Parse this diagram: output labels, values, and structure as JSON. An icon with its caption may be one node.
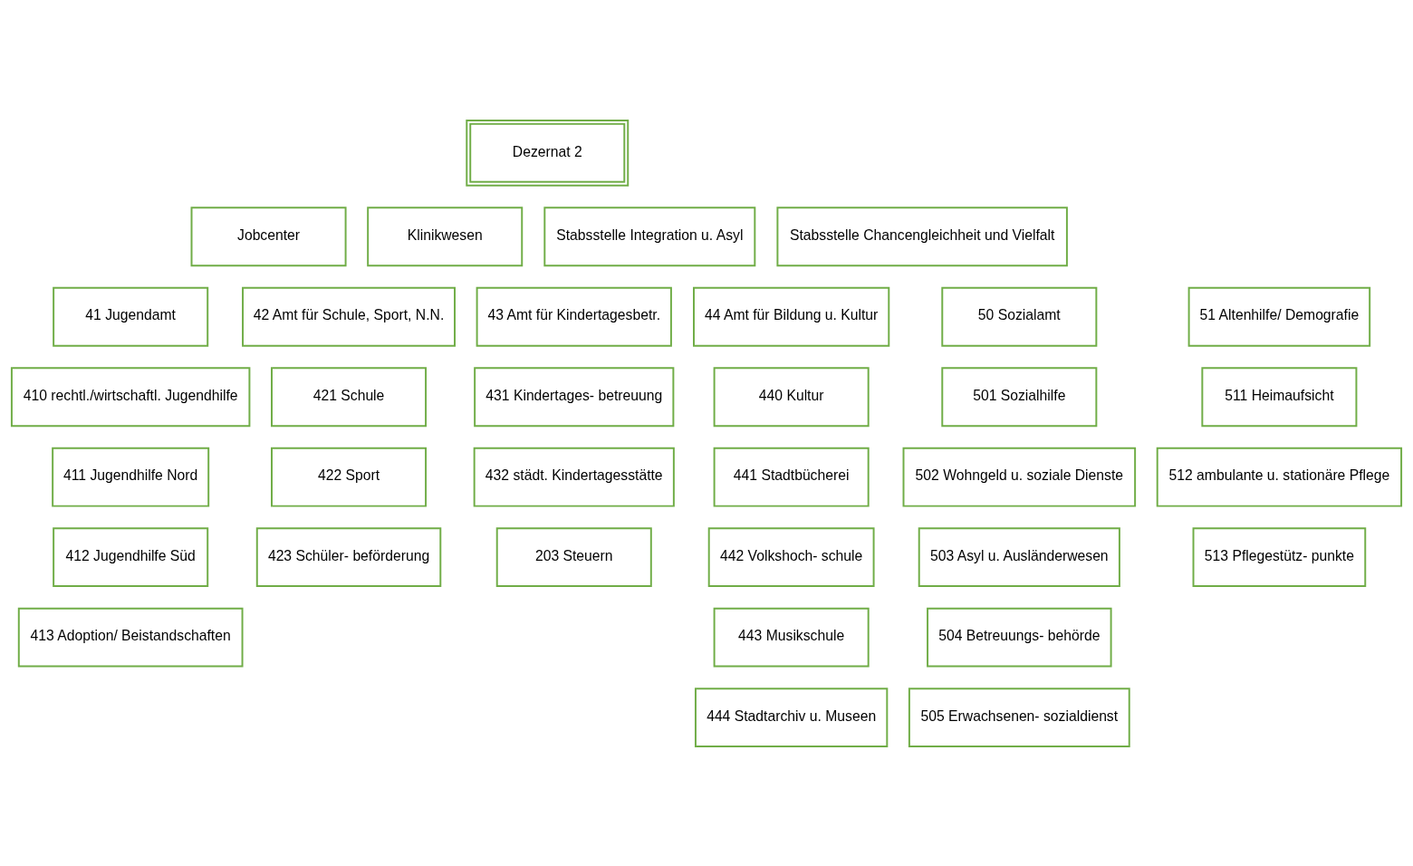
{
  "diagram": {
    "nodes": [
      {
        "text": [
          "Dezernat 2"
        ]
      },
      {
        "text": [
          "Jobcenter"
        ]
      },
      {
        "text": [
          "Klinikwesen"
        ]
      },
      {
        "text": [
          "Stabsstelle Integration u. Asyl"
        ]
      },
      {
        "text": [
          "Stabsstelle Chancengleichheit und Vielfalt"
        ]
      },
      {
        "text": [
          "41 Jugendamt"
        ]
      },
      {
        "text": [
          "42 Amt für Schule, Sport, N.N."
        ]
      },
      {
        "text": [
          "43 Amt für Kindertagesbetr."
        ]
      },
      {
        "text": [
          "44 Amt für Bildung u. Kultur"
        ]
      },
      {
        "text": [
          "50 Sozialamt"
        ]
      },
      {
        "text": [
          "51 Altenhilfe/ Demografie"
        ]
      },
      {
        "text": [
          "410 rechtl./wirtschaftl. Jugendhilfe"
        ]
      },
      {
        "text": [
          "411 Jugendhilfe Nord"
        ]
      },
      {
        "text": [
          "412 Jugendhilfe Süd"
        ]
      },
      {
        "text": [
          "413 Adoption/ Beistandschaften"
        ]
      },
      {
        "text": [
          "421 Schule"
        ]
      },
      {
        "text": [
          "422 Sport"
        ]
      },
      {
        "text": [
          "423 Schüler- beförderung"
        ]
      },
      {
        "text": [
          "431 Kindertages- betreuung"
        ]
      },
      {
        "text": [
          "432 städt. Kindertagesstätte"
        ]
      },
      {
        "text": [
          "203 Steuern"
        ]
      },
      {
        "text": [
          "440 Kultur"
        ]
      },
      {
        "text": [
          "441 Stadtbücherei"
        ]
      },
      {
        "text": [
          "442 Volkshoch- schule"
        ]
      },
      {
        "text": [
          "443 Musikschule"
        ]
      },
      {
        "text": [
          "444 Stadtarchiv u. Museen"
        ]
      },
      {
        "text": [
          "501 Sozialhilfe"
        ]
      },
      {
        "text": [
          "502 Wohngeld u. soziale Dienste"
        ]
      },
      {
        "text": [
          "503 Asyl u. Ausländerwesen"
        ]
      },
      {
        "text": [
          "504 Betreuungs- behörde"
        ]
      },
      {
        "text": [
          "505 Erwachsenen- sozialdienst"
        ]
      },
      {
        "text": [
          "511 Heimaufsicht"
        ]
      },
      {
        "text": [
          "512 ambulante u. stationäre Pflege"
        ]
      },
      {
        "text": [
          "513 Pflegestütz- punkte"
        ]
      }
    ]
  }
}
